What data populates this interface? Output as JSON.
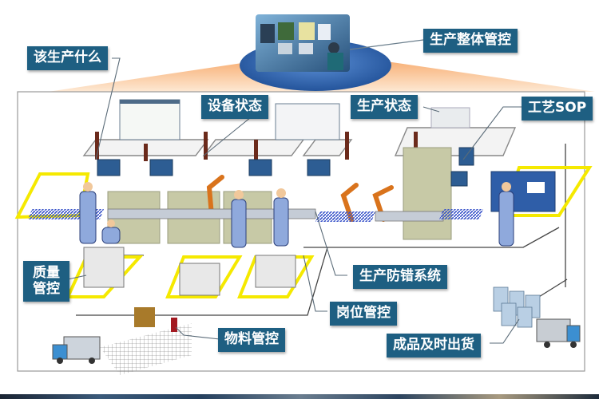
{
  "diagram": {
    "title": "生产整体管控",
    "colors": {
      "label_bg": "#1e5f82",
      "label_text": "#ffffff",
      "cone": "#f4b27a",
      "platform": "#2f6db3",
      "floor_zone": "#f5e900",
      "worker": "#8fa9dc",
      "robot": "#d9731c",
      "machine": "#c7c9a6"
    },
    "callouts": [
      {
        "id": "overall",
        "label": "生产整体管控"
      },
      {
        "id": "what-to-produce",
        "label": "该生产什么"
      },
      {
        "id": "equipment-status",
        "label": "设备状态"
      },
      {
        "id": "production-status",
        "label": "生产状态"
      },
      {
        "id": "process-sop",
        "label": "工艺SOP"
      },
      {
        "id": "quality-control",
        "label": "质量管控"
      },
      {
        "id": "error-proofing",
        "label": "生产防错系统"
      },
      {
        "id": "station-control",
        "label": "岗位管控"
      },
      {
        "id": "material-control",
        "label": "物料管控"
      },
      {
        "id": "finished-goods-shipping",
        "label": "成品及时出货"
      }
    ]
  }
}
